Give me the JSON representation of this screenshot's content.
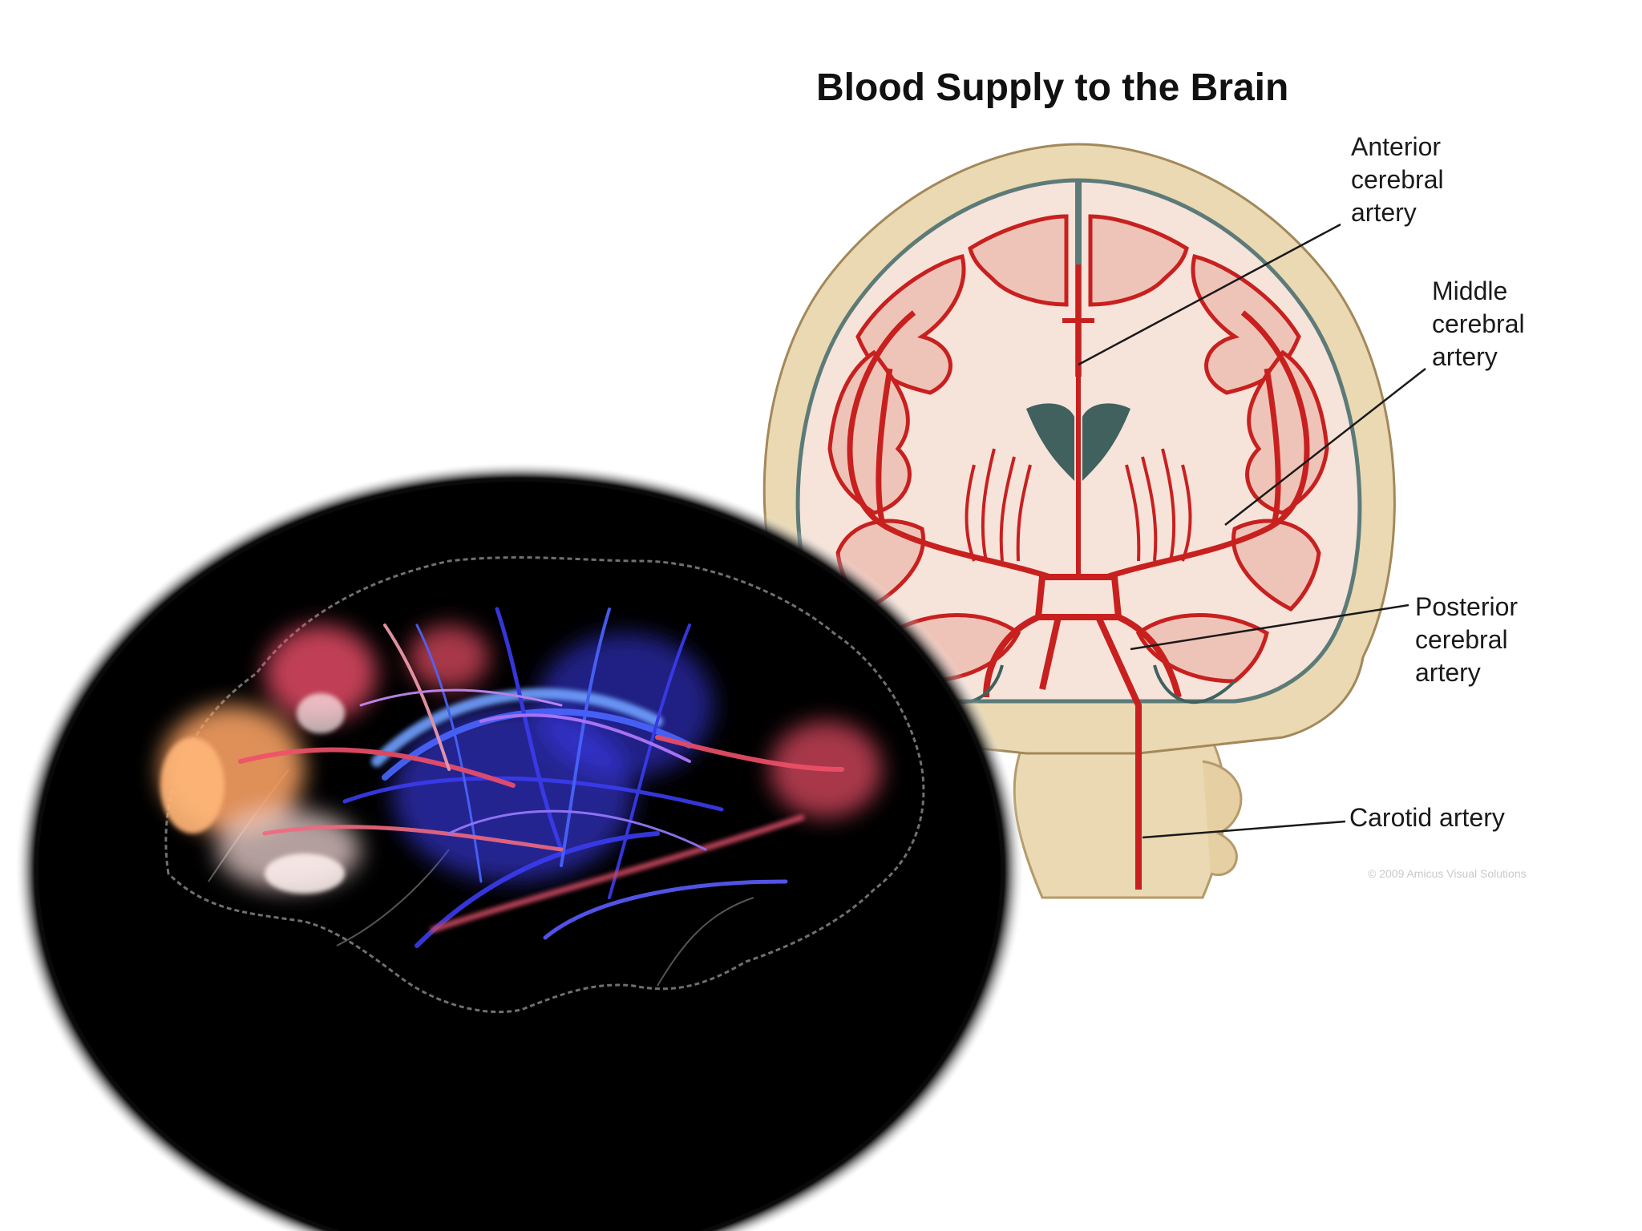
{
  "title": "Blood Supply to the Brain",
  "labels": {
    "anterior": [
      "Anterior",
      "cerebral",
      "artery"
    ],
    "middle": [
      "Middle",
      "cerebral",
      "artery"
    ],
    "posterior": [
      "Posterior",
      "cerebral",
      "artery"
    ],
    "carotid": "Carotid artery"
  },
  "copyright": "© 2009 Amicus Visual Solutions",
  "colors": {
    "artery": "#c8201f",
    "cortex": "#f1c9be",
    "white_matter": "#f7e7df",
    "skull": "#ead9b2",
    "ventricle": "#40615e",
    "tract_blue": "#3b3cf0",
    "tract_red": "#f0506a",
    "tract_orange": "#f6a062",
    "background": "#ffffff"
  }
}
